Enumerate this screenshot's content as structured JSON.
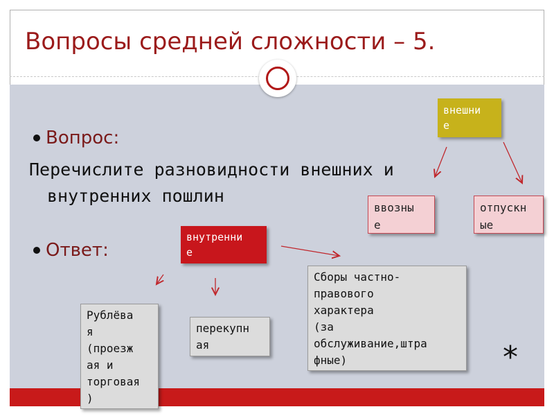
{
  "slide": {
    "title": "Вопросы средней сложности – 5.",
    "question_label": "Вопрос:",
    "question_text_line1": "Перечислите разновидности внешних и",
    "question_text_line2": "внутренних пошлин",
    "answer_label": "Ответ:",
    "asterisk": "*"
  },
  "diagram": {
    "external": {
      "line1": "внешни",
      "line2": "е"
    },
    "external_children": [
      {
        "line1": "ввозны",
        "line2": "е"
      },
      {
        "line1": "отпускн",
        "line2": "ые"
      }
    ],
    "internal": {
      "line1": "внутренни",
      "line2": "е"
    },
    "internal_children": [
      {
        "lines": [
          "Рублёва",
          "я",
          "(проезж",
          "ая и",
          "торговая",
          ")"
        ]
      },
      {
        "lines": [
          "перекупн",
          "ая"
        ]
      },
      {
        "lines": [
          "Сборы частно-",
          "правового",
          "характера",
          "(за",
          "обслуживание,штра",
          "фные)"
        ]
      }
    ]
  },
  "colors": {
    "title": "#9b1b1b",
    "content_bg": "#cdd1dc",
    "band": "#c81a1a",
    "external_box": "#c7b21b",
    "internal_box": "#c8161c",
    "pink_box": "#f4d0d4",
    "gray_box": "#dcdcdc",
    "arrow": "#c0282d"
  }
}
